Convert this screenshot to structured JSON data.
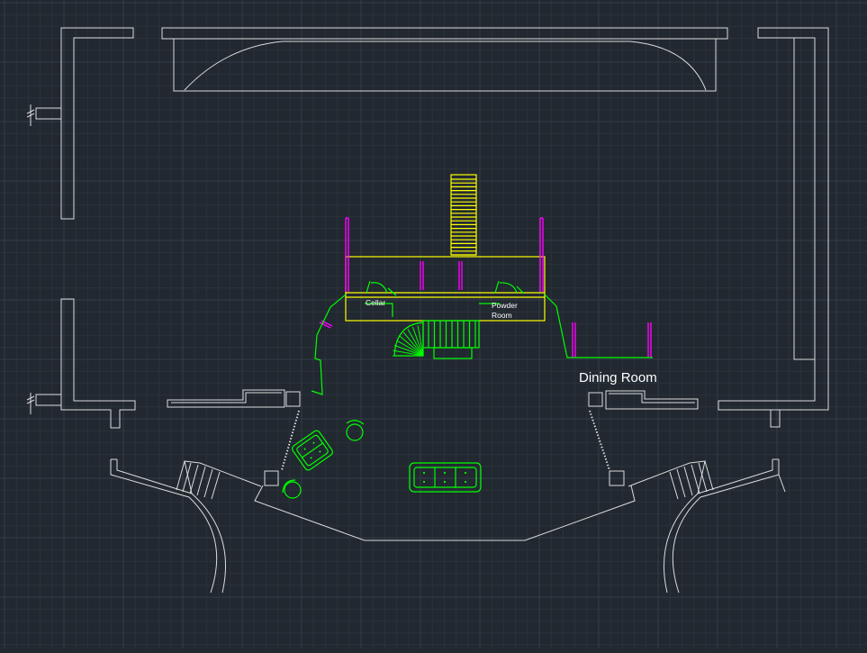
{
  "drawing": {
    "labels": {
      "cellar": "Cellar",
      "powder_room_line1": "Powder",
      "powder_room_line2": "Room",
      "dining_room": "Dining Room"
    },
    "colors": {
      "background": "#212830",
      "grid_minor": "#2a323b",
      "grid_major": "#343d47",
      "walls": "#dcdcdc",
      "furniture": "#00ff00",
      "stairs_and_core": "#ffff00",
      "partitions": "#ff00ff",
      "text": "#ffffff"
    }
  }
}
